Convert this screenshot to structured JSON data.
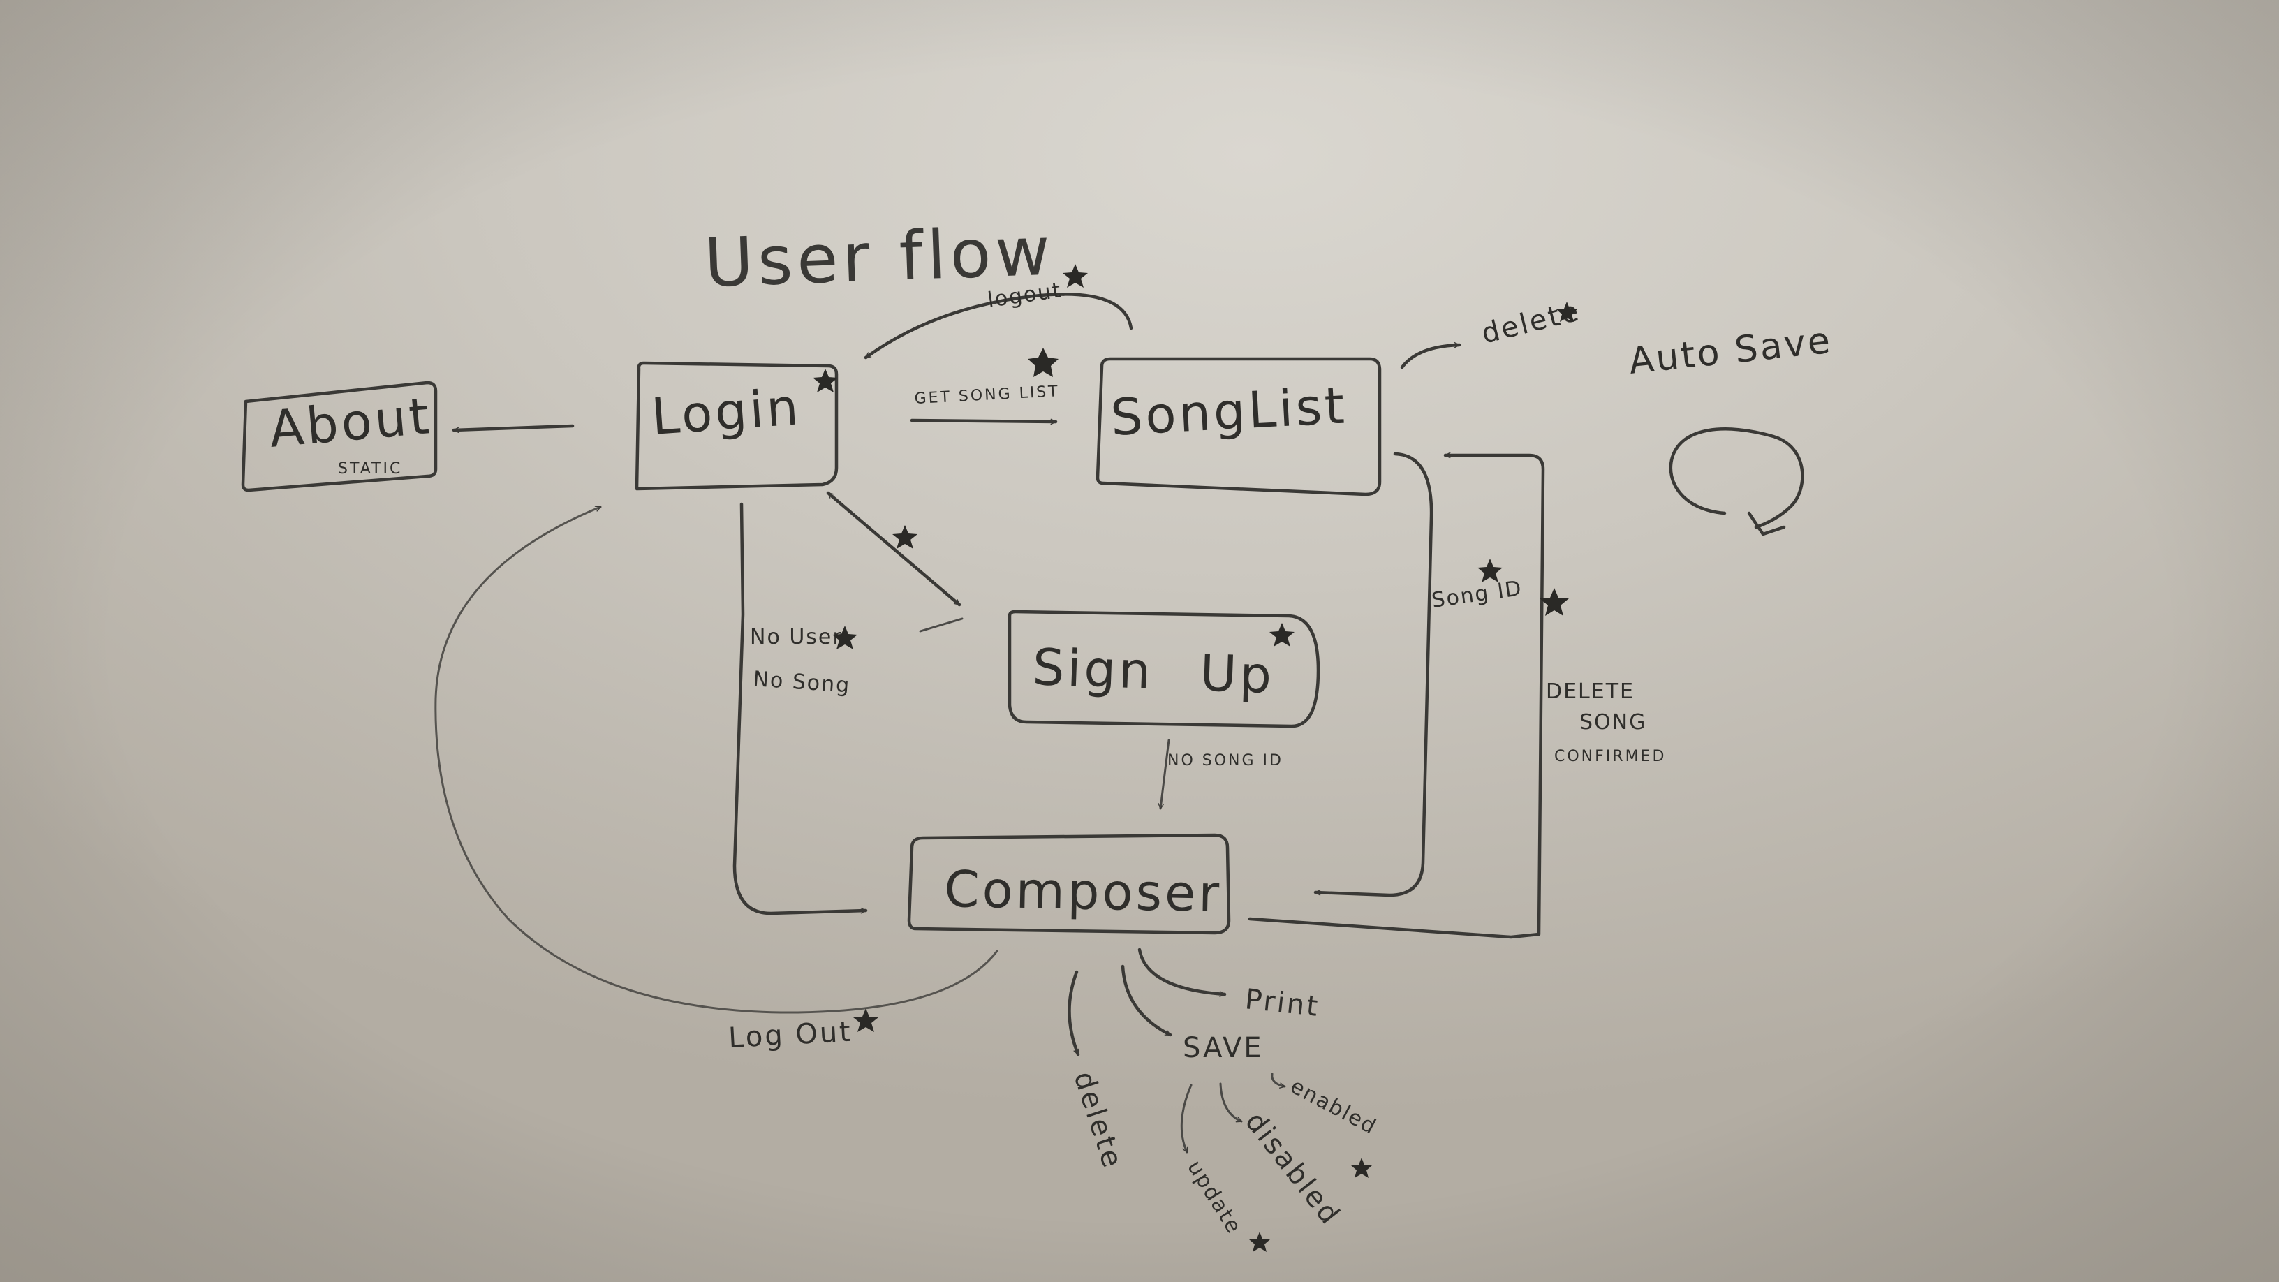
{
  "title": "User flow",
  "auto_save": "Auto Save",
  "nodes": {
    "about": {
      "label": "About",
      "note": "STATIC"
    },
    "login": {
      "label": "Login"
    },
    "songlist": {
      "label": "SongList"
    },
    "signup": {
      "label": "Sign Up"
    },
    "composer": {
      "label": "Composer"
    }
  },
  "edges": {
    "logout_top": "logout",
    "get_song_list": "GET SONG LIST",
    "delete_songlist": "delete",
    "no_user": "No User",
    "no_song": "No Song",
    "song_id": "Song ID",
    "delete_song": "DELETE",
    "song": "SONG",
    "confirmed": "CONFIRMED",
    "no_song_id": "NO SONG ID",
    "log_out": "Log Out"
  },
  "composer_actions": {
    "delete": "delete",
    "save": "SAVE",
    "print": "Print",
    "enabled": "enabled",
    "disabled": "disabled",
    "update": "update"
  },
  "colors": {
    "board": "#c9c5bd",
    "ink": "#3a3936"
  }
}
